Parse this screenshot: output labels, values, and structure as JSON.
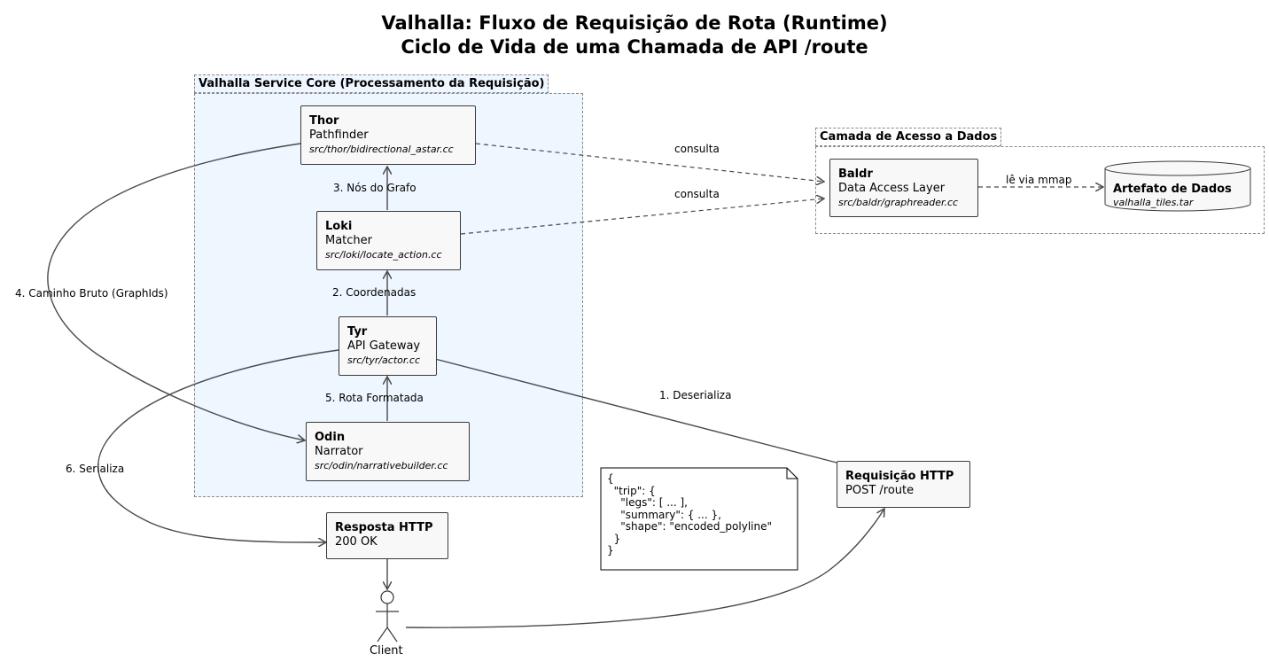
{
  "title": {
    "line1": "Valhalla: Fluxo de Requisição de Rota (Runtime)",
    "line2": "Ciclo de Vida de uma Chamada de API /route"
  },
  "packages": {
    "core": "Valhalla Service Core (Processamento da Requisição)",
    "data": "Camada de Acesso a Dados"
  },
  "nodes": {
    "thor": {
      "name": "Thor",
      "role": "Pathfinder",
      "file": "src/thor/bidirectional_astar.cc"
    },
    "loki": {
      "name": "Loki",
      "role": "Matcher",
      "file": "src/loki/locate_action.cc"
    },
    "tyr": {
      "name": "Tyr",
      "role": "API Gateway",
      "file": "src/tyr/actor.cc"
    },
    "odin": {
      "name": "Odin",
      "role": "Narrator",
      "file": "src/odin/narrativebuilder.cc"
    },
    "baldr": {
      "name": "Baldr",
      "role": "Data Access Layer",
      "file": "src/baldr/graphreader.cc"
    },
    "artefato": {
      "name": "Artefato de Dados",
      "file": "valhalla_tiles.tar"
    },
    "request": {
      "name": "Requisição HTTP",
      "role": "POST /route"
    },
    "response": {
      "name": "Resposta HTTP",
      "role": "200 OK"
    },
    "client": {
      "name": "Client"
    }
  },
  "edges": {
    "thor_baldr": "consulta",
    "loki_baldr": "consulta",
    "baldr_artefato": "lê via mmap",
    "loki_thor": "3. Nós do Grafo",
    "tyr_loki": "2. Coordenadas",
    "odin_tyr": "5. Rota Formatada",
    "request_tyr": "1. Deserializa",
    "thor_odin": "4. Caminho Bruto (GraphIds)",
    "tyr_response": "6. Serializa"
  },
  "note": {
    "lines": [
      "{",
      "  \"trip\": {",
      "    \"legs\": [ ... ],",
      "    \"summary\": { ... },",
      "    \"shape\": \"encoded_polyline\"",
      "  }",
      "}"
    ]
  },
  "colors": {
    "core_fill": "#eef6ff",
    "node_fill": "#f8f8f8",
    "edge": "#4a4a4a"
  }
}
